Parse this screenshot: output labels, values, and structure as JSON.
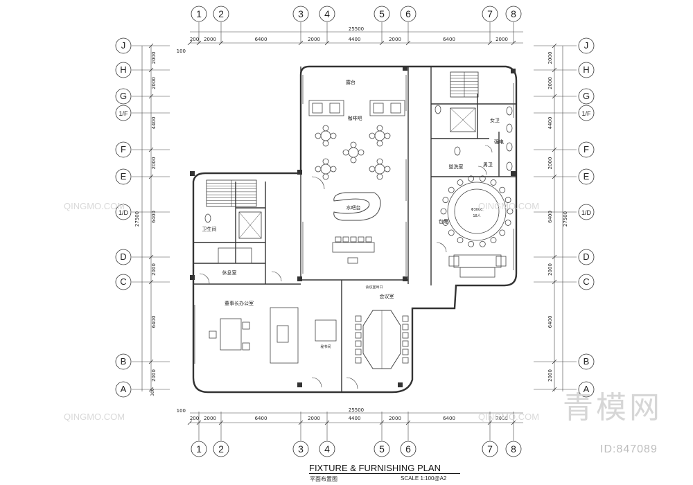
{
  "grid": {
    "columns": [
      "1",
      "2",
      "3",
      "4",
      "5",
      "6",
      "7",
      "8"
    ],
    "rows": [
      "J",
      "H",
      "G",
      "1/F",
      "F",
      "E",
      "1/D",
      "D",
      "C",
      "B",
      "A"
    ]
  },
  "dims": {
    "horizontal": [
      "200",
      "2000",
      "6400",
      "2000",
      "4400",
      "2000",
      "6400",
      "2000"
    ],
    "horizontal_total": "25500",
    "offset_left": "100",
    "vertical": [
      "2000",
      "2000",
      "4400",
      "2000",
      "6400",
      "2000",
      "6400",
      "2000"
    ],
    "vertical_total": "27500",
    "offset_bottom": "300"
  },
  "rooms": {
    "terrace": "露台",
    "cafe": "咖啡吧",
    "water_bar": "水吧台",
    "female_wc": "女卫",
    "male_wc": "男卫",
    "cleaning": "强电",
    "wash": "盥洗室",
    "private_room": "包厢",
    "table_label": "Φ3000",
    "table_seats": "18人",
    "restroom": "卫生间",
    "rest_room": "休息室",
    "chairman_office": "董事长办公室",
    "meeting": "会议室",
    "arrival": "会议室出口",
    "secretary": "秘书间"
  },
  "footer": {
    "title": "FIXTURE & FURNISHING PLAN",
    "subtitle": "平面布置图",
    "scale": "SCALE  1:100@A2"
  },
  "watermark": {
    "brand_cn": "青模网",
    "brand_en": "QINGMO.COM",
    "id": "ID:847089"
  }
}
